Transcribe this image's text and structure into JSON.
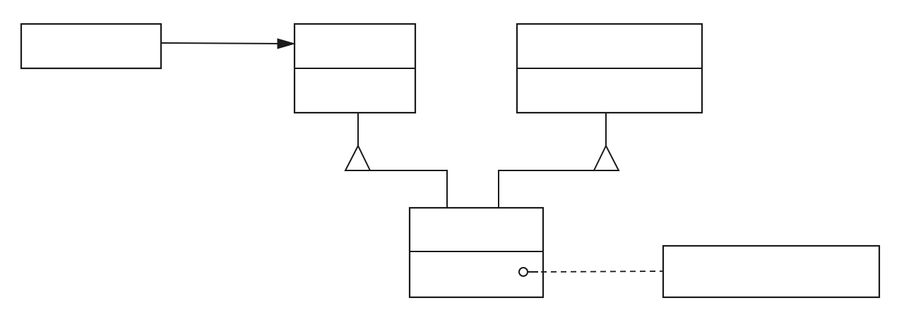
{
  "diagram": {
    "type": "class-diagram",
    "style": "monochrome line drawing",
    "colors": {
      "stroke": "#1a1a1a",
      "fill": "#ffffff"
    },
    "boxes": [
      {
        "id": "client",
        "compartments": 1
      },
      {
        "id": "target",
        "compartments": 2
      },
      {
        "id": "adaptee",
        "compartments": 2
      },
      {
        "id": "adapter",
        "compartments": 2
      },
      {
        "id": "note",
        "compartments": 1
      }
    ],
    "relationships": [
      {
        "from": "client",
        "to": "target",
        "kind": "association",
        "end": "filled-arrow"
      },
      {
        "from": "adapter",
        "to": "target",
        "kind": "inheritance",
        "end": "hollow-triangle"
      },
      {
        "from": "adapter",
        "to": "adaptee",
        "kind": "inheritance",
        "end": "hollow-triangle"
      },
      {
        "from": "adapter",
        "to": "note",
        "kind": "note-link",
        "end": "hollow-circle",
        "line": "dashed"
      }
    ]
  }
}
